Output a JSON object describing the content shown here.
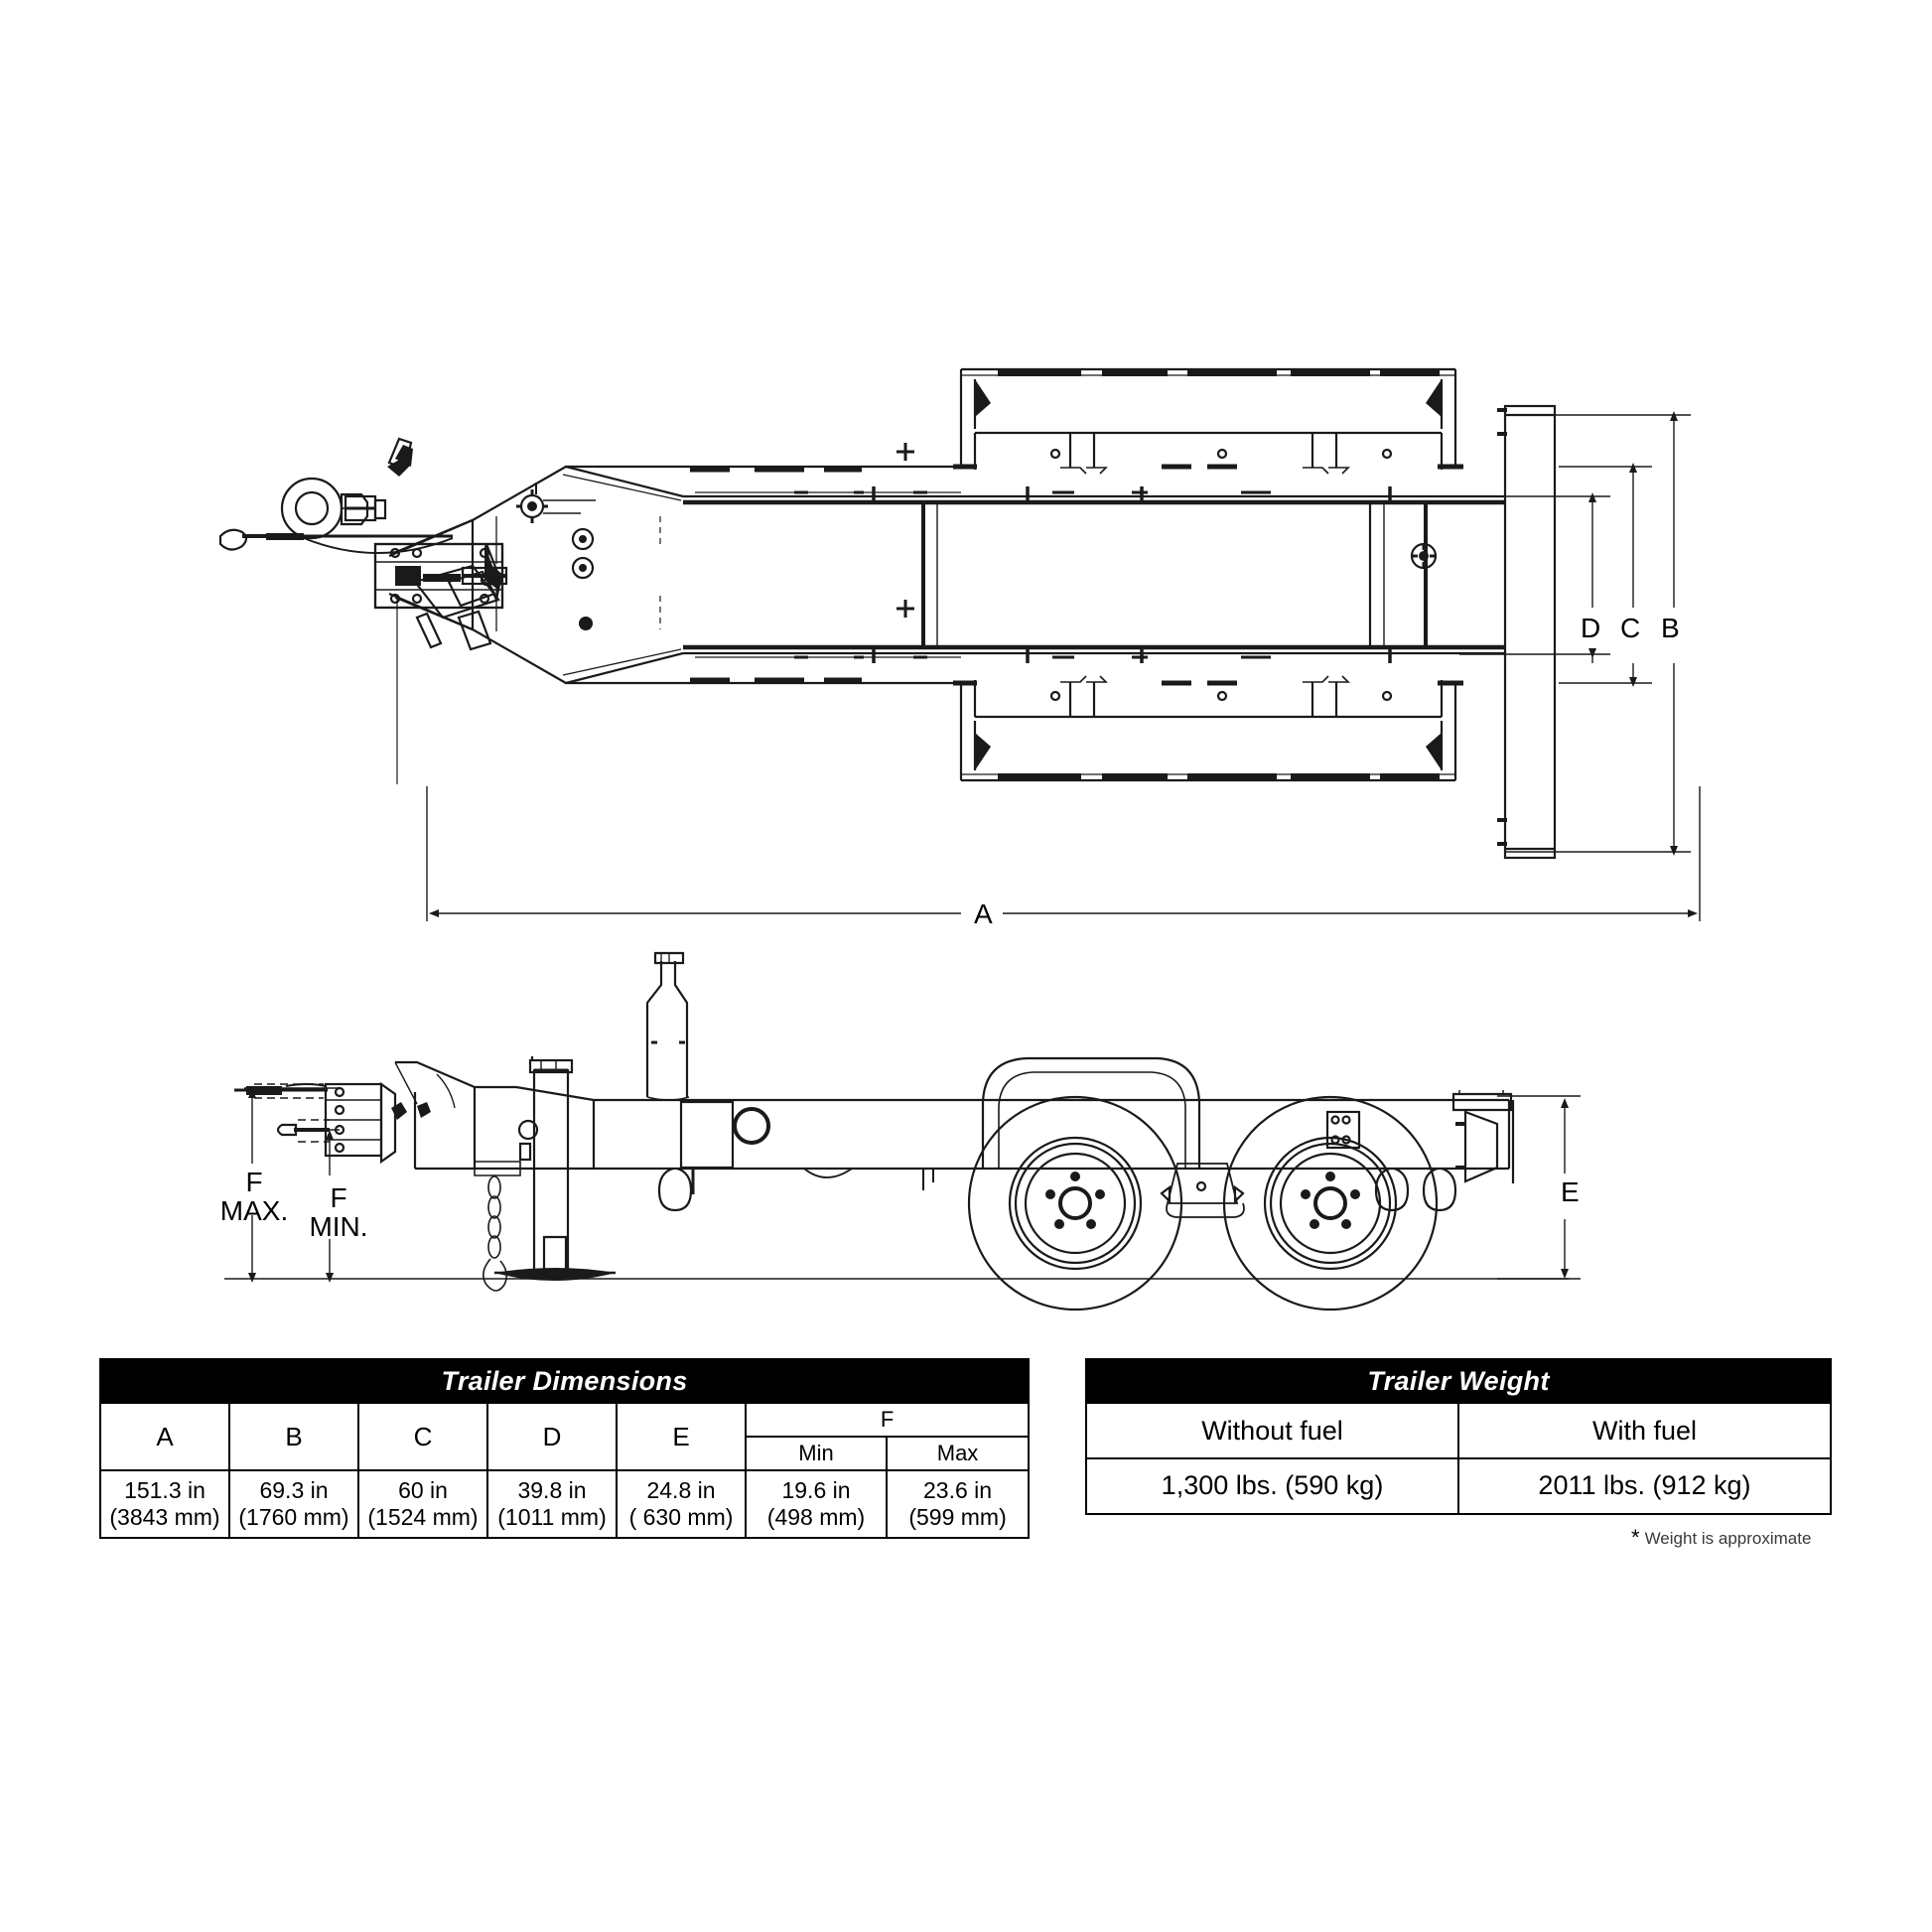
{
  "document": {
    "type": "technical-drawing",
    "subject": "Trailer dimension and weight specification drawing",
    "views": [
      {
        "name": "top-view",
        "label": ""
      },
      {
        "name": "side-view",
        "label": ""
      }
    ]
  },
  "dimension_callouts": {
    "A": "A",
    "B": "B",
    "C": "C",
    "D": "D",
    "E": "E",
    "F_max_line1": "F",
    "F_max_line2": "MAX.",
    "F_min_line1": "F",
    "F_min_line2": "MIN."
  },
  "dimensions_table": {
    "title": "Trailer Dimensions",
    "headers": [
      "A",
      "B",
      "C",
      "D",
      "E",
      "F"
    ],
    "f_subheaders": [
      "Min",
      "Max"
    ],
    "values": [
      {
        "label": "A",
        "in": "151.3 in",
        "mm": "(3843 mm)"
      },
      {
        "label": "B",
        "in": "69.3 in",
        "mm": "(1760 mm)"
      },
      {
        "label": "C",
        "in": "60 in",
        "mm": "(1524 mm)"
      },
      {
        "label": "D",
        "in": "39.8 in",
        "mm": "(1011 mm)"
      },
      {
        "label": "E",
        "in": "24.8 in",
        "mm": "( 630 mm)"
      },
      {
        "label": "F Min",
        "in": "19.6 in",
        "mm": "(498 mm)"
      },
      {
        "label": "F Max",
        "in": "23.6 in",
        "mm": "(599 mm)"
      }
    ]
  },
  "weight_table": {
    "title": "Trailer Weight",
    "headers": [
      "Without fuel",
      "With fuel"
    ],
    "values": [
      "1,300 lbs. (590 kg)",
      "2011 lbs. (912 kg)"
    ],
    "note_star": "*",
    "note_text": "Weight is approximate"
  },
  "colors": {
    "line": "#1a1a1a",
    "background": "#ffffff",
    "table_header_bg": "#000000",
    "table_header_text": "#ffffff",
    "note_text": "#3a3a3a"
  }
}
